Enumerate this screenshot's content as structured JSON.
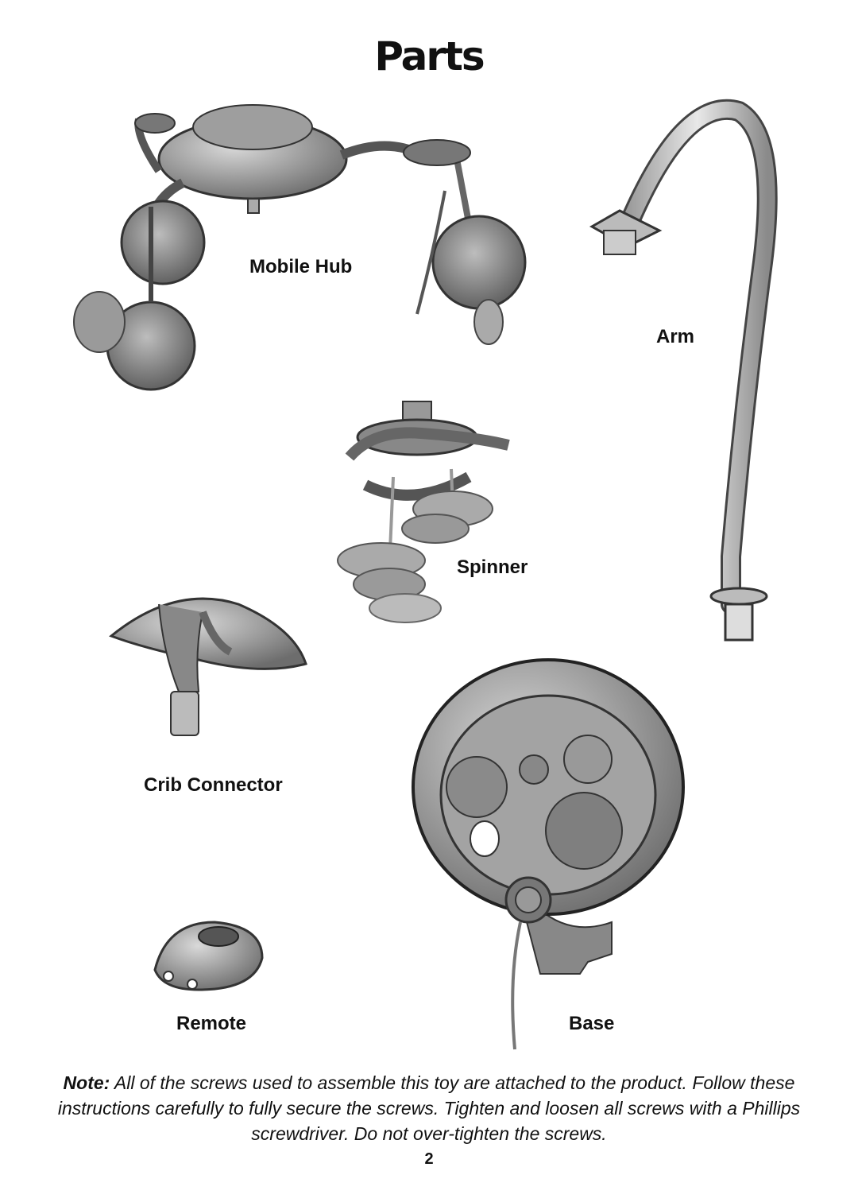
{
  "page": {
    "title": "Parts",
    "page_number": "2"
  },
  "parts": {
    "mobile_hub": "Mobile Hub",
    "arm": "Arm",
    "spinner": "Spinner",
    "crib_connector": "Crib Connector",
    "remote": "Remote",
    "base": "Base"
  },
  "note": {
    "lead": "Note:",
    "text": "All of the screws used to assemble this toy are attached to the product. Follow these instructions carefully to fully secure the screws. Tighten and loosen all screws with a Phillips screwdriver. Do not over-tighten the screws."
  }
}
